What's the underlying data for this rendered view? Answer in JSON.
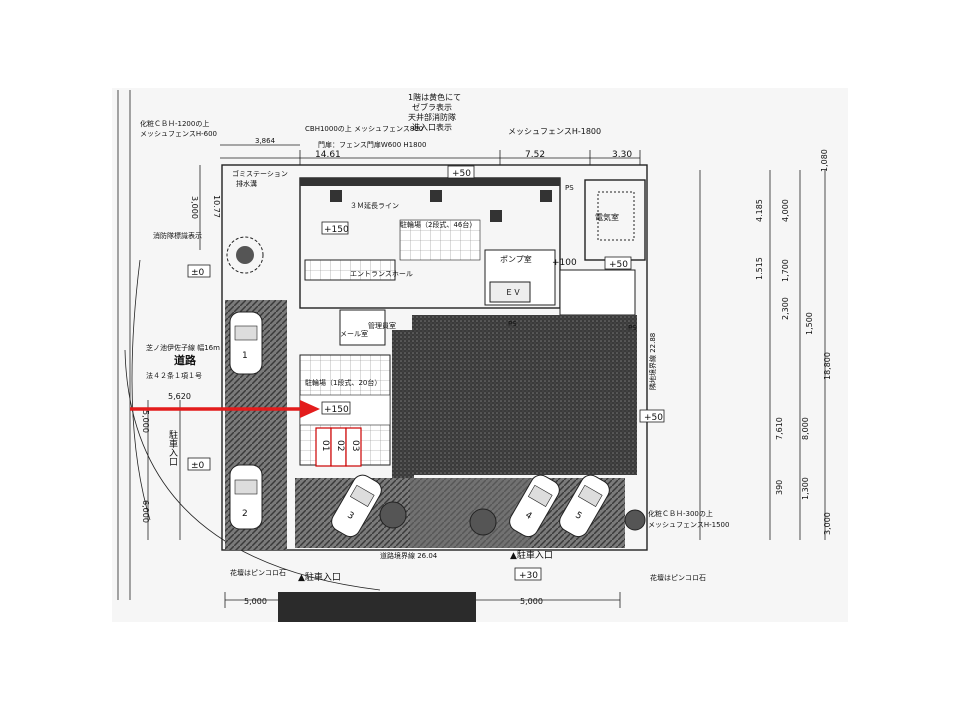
{
  "labels": {
    "top_instruction_1": "1階は黄色にて",
    "top_instruction_2": "ゼブラ表示",
    "top_instruction_3": "天井部消防隊",
    "top_instruction_4": "進入口表示",
    "fence_cbh_1000": "CBH1000の上 メッシュフェンス800",
    "fence_top_right": "メッシュフェンスH-1800",
    "gate_note": "門扉：フェンス門扉W600 H1800",
    "cbh1200_line1": "化粧ＣＢＨ-1200の上",
    "cbh1200_line2": "メッシュフェンスH-600",
    "gomi_1": "ゴミステーション",
    "gomi_2": "排水溝",
    "fire_signboard": "消防隊標識表示",
    "pump_room": "ポンプ室",
    "ev": "ＥＶ",
    "elec_room": "電気室",
    "entrance": "エントランスホール",
    "road_1": "道路",
    "road_2": "芝ノ池伊佐子線 幅16m",
    "road_3": "法４２条１項１号",
    "parking_entry_left": "駐車入口",
    "parking_entry_bottom_1": "▲駐車入口",
    "parking_entry_bottom_2": "▲駐車入口",
    "road_width_bottom": "道路境界線 26.04",
    "bicycle_1": "駐輪場（2段式、46台）",
    "bicycle_2": "駐輪場（1段式、20台）",
    "management": "管理員室",
    "mail": "メール室",
    "cbh300_line1": "化粧ＣＢＨ-300の上",
    "cbh300_line2": "メッシュフェンスH-1500",
    "planter": "花壇はピンコロ石",
    "three_m_line": "３Ｍ延長ライン",
    "level_pm0": "±0",
    "level_plus50": "+50",
    "level_plus100": "+100",
    "level_plus150": "+150",
    "level_plus30": "+30",
    "boundary_label": "隣地境界線 22.88",
    "ps": "PS",
    "bike_slots": [
      "01",
      "02",
      "03"
    ],
    "cars": [
      "1",
      "2",
      "3",
      "4",
      "5"
    ]
  },
  "dimensions": {
    "top_3864": "3,864",
    "top_1461": "14.61",
    "top_752": "7.52",
    "top_330": "3.30",
    "left_3000": "3,000",
    "left_10777": "10.77",
    "left_5620": "5,620",
    "left_5000": "5,000",
    "left_6000": "6,000",
    "bottom_5000a": "5,000",
    "bottom_5000b": "5,000",
    "right_1080": "1,080",
    "right_4185": "4.185",
    "right_4000": "4,000",
    "right_1515": "1.515",
    "right_1700": "1,700",
    "right_2300": "2,300",
    "right_1500": "1,500",
    "right_18800": "18,800",
    "right_7610": "7,610",
    "right_8000": "8,000",
    "right_390": "390",
    "right_1300": "1,300",
    "right_3000": "3,000"
  },
  "colors": {
    "arrow": "#e31c1c",
    "redact": "#2b2b2b",
    "building": "#2f2f2f"
  }
}
